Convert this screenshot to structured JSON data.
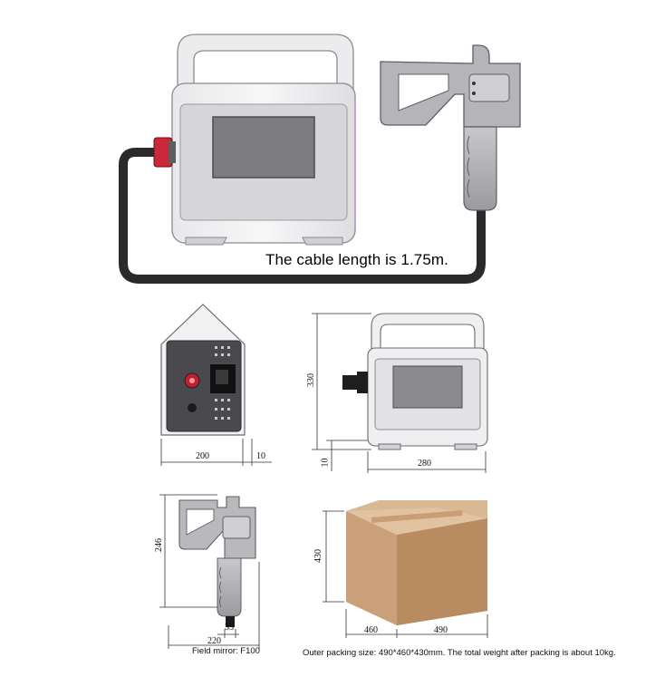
{
  "cable_caption": "The cable length is 1.75m.",
  "dimensions": {
    "side_width": "200",
    "side_offset": "10",
    "front_height": "330",
    "front_base": "10",
    "front_width": "280",
    "gun_height": "246",
    "gun_width": "220",
    "gun_nozzle": "35",
    "box_height": "430",
    "box_depth": "460",
    "box_width": "490"
  },
  "field_mirror": "Field mirror: F100",
  "packing_note": "Outer packing size: 490*460*430mm. The total weight after packing is about 10kg."
}
